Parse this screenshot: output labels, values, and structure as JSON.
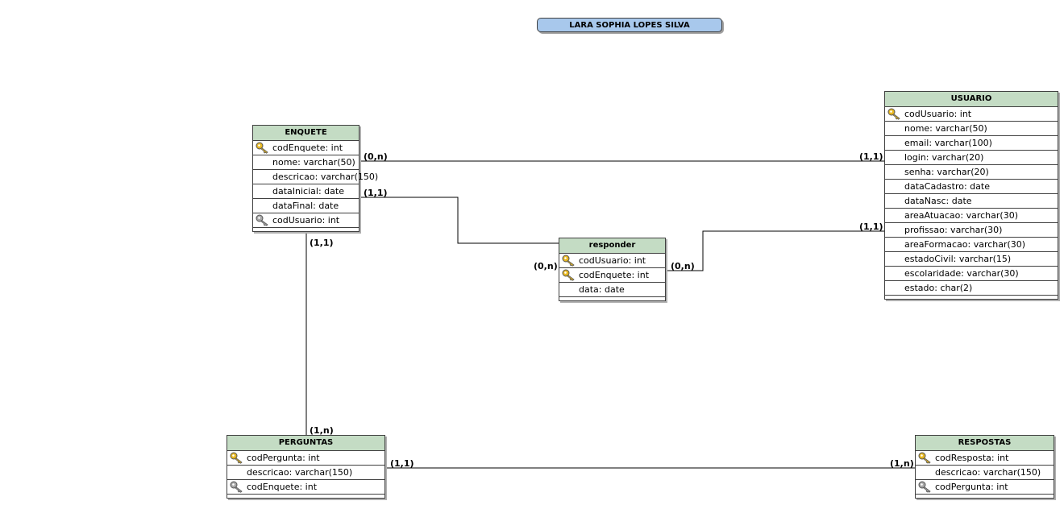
{
  "diagram_title": "LARA SOPHIA LOPES SILVA",
  "colors": {
    "entity_header": "#c4dcc4",
    "title_fill": "#a8c8ec",
    "key_primary": "#e8b820",
    "key_foreign": "#a8a8a8"
  },
  "entities": {
    "enquete": {
      "name": "ENQUETE",
      "attrs": [
        {
          "text": "codEnquete: int",
          "key": "primary"
        },
        {
          "text": "nome: varchar(50)",
          "key": "none"
        },
        {
          "text": "descricao: varchar(150)",
          "key": "none"
        },
        {
          "text": "dataInicial: date",
          "key": "none"
        },
        {
          "text": "dataFinal: date",
          "key": "none"
        },
        {
          "text": "codUsuario: int",
          "key": "foreign"
        }
      ]
    },
    "usuario": {
      "name": "USUARIO",
      "attrs": [
        {
          "text": "codUsuario: int",
          "key": "primary"
        },
        {
          "text": "nome: varchar(50)",
          "key": "none"
        },
        {
          "text": "email: varchar(100)",
          "key": "none"
        },
        {
          "text": "login: varchar(20)",
          "key": "none"
        },
        {
          "text": "senha: varchar(20)",
          "key": "none"
        },
        {
          "text": "dataCadastro: date",
          "key": "none"
        },
        {
          "text": "dataNasc: date",
          "key": "none"
        },
        {
          "text": "areaAtuacao: varchar(30)",
          "key": "none"
        },
        {
          "text": "profissao: varchar(30)",
          "key": "none"
        },
        {
          "text": "areaFormacao: varchar(30)",
          "key": "none"
        },
        {
          "text": "estadoCivil: varchar(15)",
          "key": "none"
        },
        {
          "text": "escolaridade: varchar(30)",
          "key": "none"
        },
        {
          "text": "estado: char(2)",
          "key": "none"
        }
      ]
    },
    "responder": {
      "name": "responder",
      "attrs": [
        {
          "text": "codUsuario: int",
          "key": "primary-foreign"
        },
        {
          "text": "codEnquete: int",
          "key": "primary-foreign"
        },
        {
          "text": "data: date",
          "key": "none"
        }
      ]
    },
    "perguntas": {
      "name": "PERGUNTAS",
      "attrs": [
        {
          "text": "codPergunta: int",
          "key": "primary"
        },
        {
          "text": "descricao: varchar(150)",
          "key": "none"
        },
        {
          "text": "codEnquete: int",
          "key": "foreign"
        }
      ]
    },
    "respostas": {
      "name": "RESPOSTAS",
      "attrs": [
        {
          "text": "codResposta: int",
          "key": "primary"
        },
        {
          "text": "descricao: varchar(150)",
          "key": "none"
        },
        {
          "text": "codPergunta: int",
          "key": "foreign"
        }
      ]
    }
  },
  "cardinalities": {
    "enquete_usuario_left": "(0,n)",
    "enquete_usuario_right": "(1,1)",
    "enquete_responder_left": "(1,1)",
    "responder_left": "(0,n)",
    "responder_right": "(0,n)",
    "usuario_responder": "(1,1)",
    "enquete_perguntas_top": "(1,1)",
    "enquete_perguntas_bottom": "(1,n)",
    "perguntas_respostas_left": "(1,1)",
    "perguntas_respostas_right": "(1,n)"
  }
}
